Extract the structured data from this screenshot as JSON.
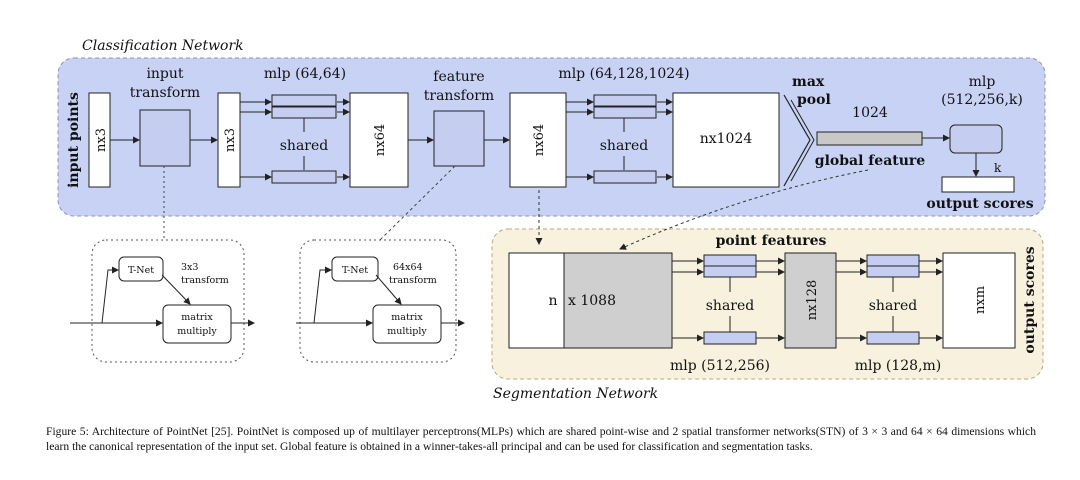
{
  "figure": {
    "classification": {
      "title": "Classification Network",
      "side_label": "input points",
      "input": "nx3",
      "input_transform": [
        "input",
        "transform"
      ],
      "after_input": "nx3",
      "mlp1": "mlp (64,64)",
      "shared": "shared",
      "feat64": "nx64",
      "feature_transform": [
        "feature",
        "transform"
      ],
      "feat64b": "nx64",
      "mlp2": "mlp (64,128,1024)",
      "feat1024": "nx1024",
      "maxpool": [
        "max",
        "pool"
      ],
      "dim1024": "1024",
      "global_feature": "global feature",
      "mlp3": [
        "mlp",
        "(512,256,k)"
      ],
      "k": "k",
      "output_scores": "output scores"
    },
    "tnet_small_1": {
      "tnet": "T-Net",
      "transform": [
        "3x3",
        "transform"
      ],
      "matrix": [
        "matrix",
        "multiply"
      ]
    },
    "tnet_small_2": {
      "tnet": "T-Net",
      "transform": [
        "64x64",
        "transform"
      ],
      "matrix": [
        "matrix",
        "multiply"
      ]
    },
    "segmentation": {
      "title": "Segmentation Network",
      "point_features": "point features",
      "n": "n",
      "x1088": "x 1088",
      "shared": "shared",
      "mlp1": "mlp (512,256)",
      "feat128": "nx128",
      "mlp2": "mlp (128,m)",
      "out": "nxm",
      "side_label": "output scores"
    }
  },
  "caption": "Figure 5: Architecture of PointNet  [25]. PointNet is composed up of multilayer perceptrons(MLPs) which are shared point-wise and 2 spatial transformer networks(STN) of 3 × 3 and 64 × 64 dimensions which learn the canonical representation of the input set. Global feature is obtained in a winner-takes-all principal and can be used for classification and segmentation tasks.",
  "colors": {
    "classification_bg": "#c8d2f4",
    "segmentation_bg": "#f7f1dd",
    "box_fill": "#c5cdf0",
    "gray_fill": "#cfcfcf",
    "line": "#222222"
  }
}
